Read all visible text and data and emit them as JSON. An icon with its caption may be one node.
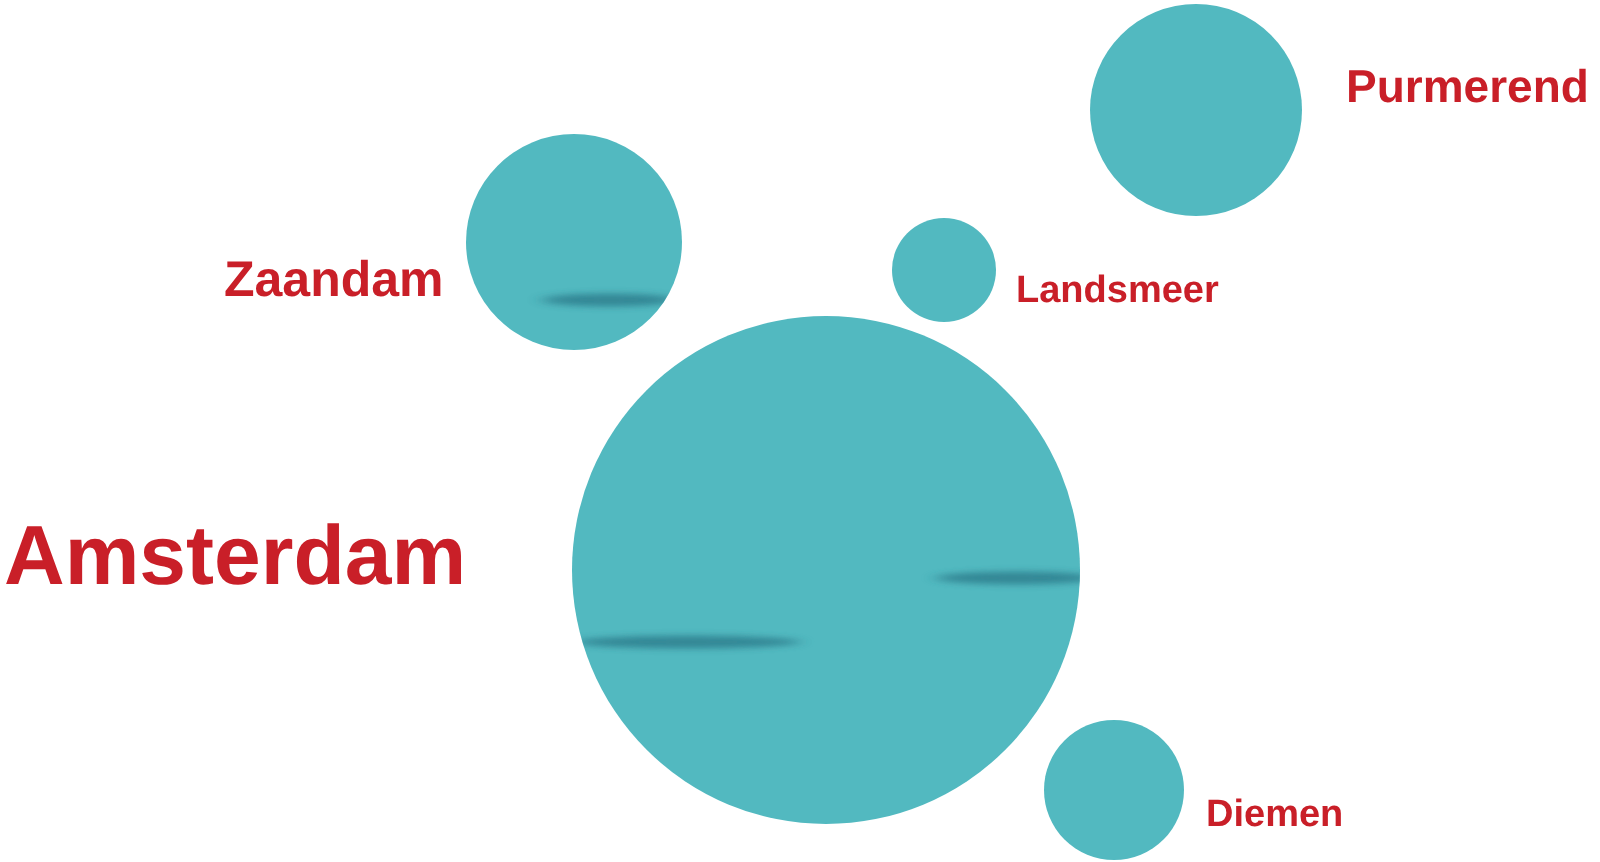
{
  "diagram": {
    "nodes": [
      {
        "text": [
          "Purmerend"
        ]
      },
      {
        "text": [
          "Zaandam"
        ]
      },
      {
        "text": [
          "Landsmeer"
        ]
      },
      {
        "text": [
          "Amsterdam"
        ]
      },
      {
        "text": [
          "Diemen"
        ]
      }
    ]
  }
}
